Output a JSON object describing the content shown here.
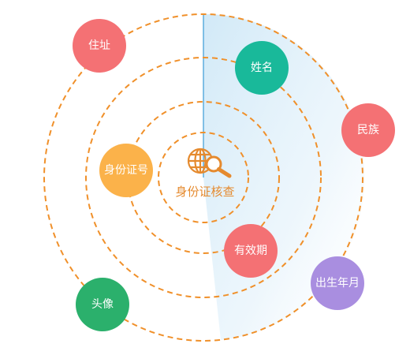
{
  "center": {
    "label": "身份证核查",
    "icon": "globe-search-icon",
    "color": "#e58a2e"
  },
  "ring_color": "#f0902a",
  "sweep_color": "#d6ecf8",
  "sweep_edge_color": "#3a9bd6",
  "nodes": [
    {
      "id": "address",
      "label": "住址",
      "color": "#f47174"
    },
    {
      "id": "name",
      "label": "姓名",
      "color": "#19b99a"
    },
    {
      "id": "ethnicity",
      "label": "民族",
      "color": "#f47174"
    },
    {
      "id": "id-number",
      "label": "身份证号",
      "color": "#fbb24a"
    },
    {
      "id": "validity",
      "label": "有效期",
      "color": "#f47174"
    },
    {
      "id": "birth-date",
      "label": "出生年月",
      "color": "#a98ee0"
    },
    {
      "id": "photo",
      "label": "头像",
      "color": "#2bb06c"
    }
  ]
}
